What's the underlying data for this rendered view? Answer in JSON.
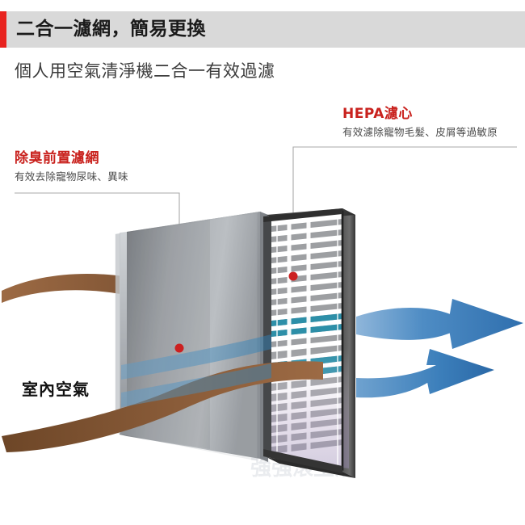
{
  "header": {
    "title": "二合一濾網，簡易更換",
    "accent_color": "#e8231f",
    "background_color": "#d9d9d9"
  },
  "subtitle": "個人用空氣清淨機二合一有效過濾",
  "callouts": [
    {
      "id": "prefilter",
      "title": "除臭前置濾網",
      "description": "有效去除寵物尿味、異味",
      "title_color": "#c9221e"
    },
    {
      "id": "hepa",
      "title": "HEPA濾心",
      "description": "有效濾除寵物毛髮、皮屑等過敏原",
      "title_color": "#c9221e"
    }
  ],
  "indoor_air_label": "室內空氣",
  "diagram": {
    "airflow_in_color": "#8a5a3b",
    "airflow_out_color": "#3b7fc4",
    "marker_color": "#cc2020",
    "panel_color": "#9a9da1",
    "frame_color": "#3a3a3a"
  }
}
